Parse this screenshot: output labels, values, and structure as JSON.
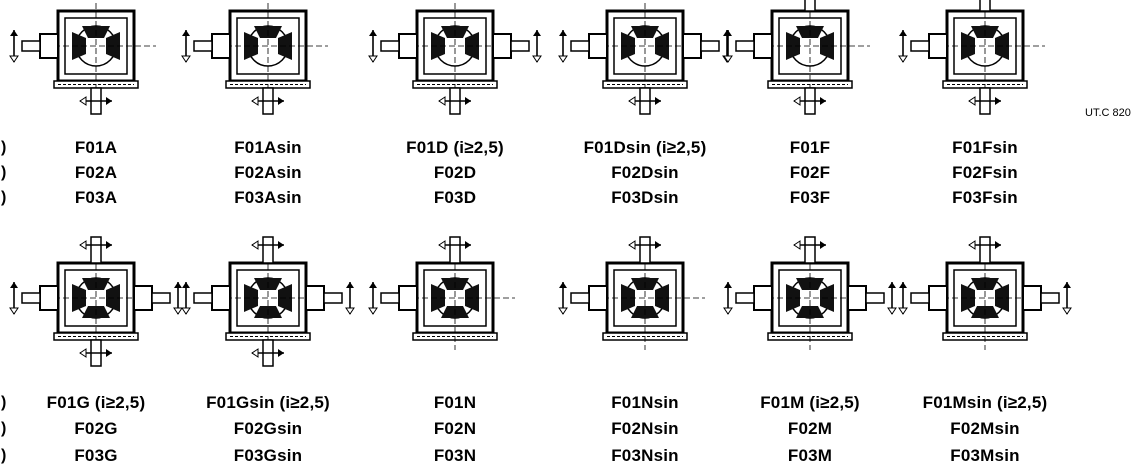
{
  "drawing_code": "UT.C 820",
  "row_prefix": ")",
  "rows": [
    {
      "cells": [
        {
          "config": "A",
          "labels": [
            "F01A",
            "F02A",
            "F03A"
          ]
        },
        {
          "config": "Asin",
          "labels": [
            "F01Asin",
            "F02Asin",
            "F03Asin"
          ]
        },
        {
          "config": "D",
          "labels": [
            "F01D (i≥2,5)",
            "F02D",
            "F03D"
          ]
        },
        {
          "config": "Dsin",
          "labels": [
            "F01Dsin (i≥2,5)",
            "F02Dsin",
            "F03Dsin"
          ]
        },
        {
          "config": "F",
          "labels": [
            "F01F",
            "F02F",
            "F03F"
          ]
        },
        {
          "config": "Fsin",
          "labels": [
            "F01Fsin",
            "F02Fsin",
            "F03Fsin"
          ]
        }
      ]
    },
    {
      "cells": [
        {
          "config": "G",
          "labels": [
            "F01G (i≥2,5)",
            "F02G",
            "F03G"
          ]
        },
        {
          "config": "Gsin",
          "labels": [
            "F01Gsin (i≥2,5)",
            "F02Gsin",
            "F03Gsin"
          ]
        },
        {
          "config": "N",
          "labels": [
            "F01N",
            "F02N",
            "F03N"
          ]
        },
        {
          "config": "Nsin",
          "labels": [
            "F01Nsin",
            "F02Nsin",
            "F03Nsin"
          ]
        },
        {
          "config": "M",
          "labels": [
            "F01M (i≥2,5)",
            "F02M",
            "F03M"
          ]
        },
        {
          "config": "Msin",
          "labels": [
            "F01Msin (i≥2,5)",
            "F02Msin",
            "F03Msin"
          ]
        }
      ]
    }
  ]
}
